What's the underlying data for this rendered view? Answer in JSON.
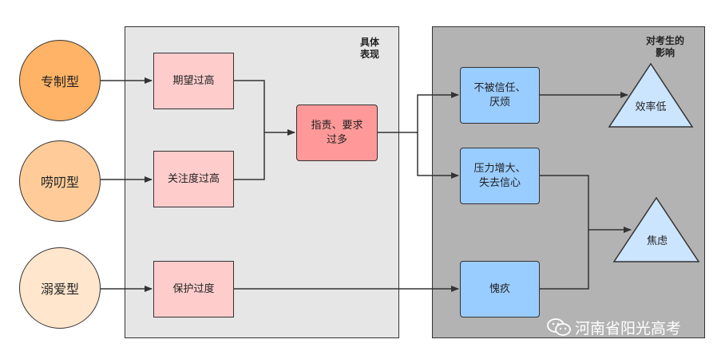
{
  "panels": {
    "middle_title": "具体\n表现",
    "right_title": "对考生的\n影响"
  },
  "parenting_styles": [
    "专制型",
    "唠叨型",
    "溺爱型"
  ],
  "behaviors": [
    "期望过高",
    "关注度过高",
    "保护过度"
  ],
  "combined_behavior": "指责、要求\n过多",
  "effects": [
    "不被信任、\n厌烦",
    "压力增大、\n失去信心",
    "愧疚"
  ],
  "outcomes": [
    "效率低",
    "焦虑"
  ],
  "watermark": "河南省阳光高考",
  "colors": {
    "style_1": "#ffb366",
    "style_2": "#ffcc99",
    "style_3": "#ffe6cc",
    "behavior": "#ffcccc",
    "combined": "#ff9999",
    "effect": "#99ccff",
    "outcome": "#cce5ff"
  }
}
